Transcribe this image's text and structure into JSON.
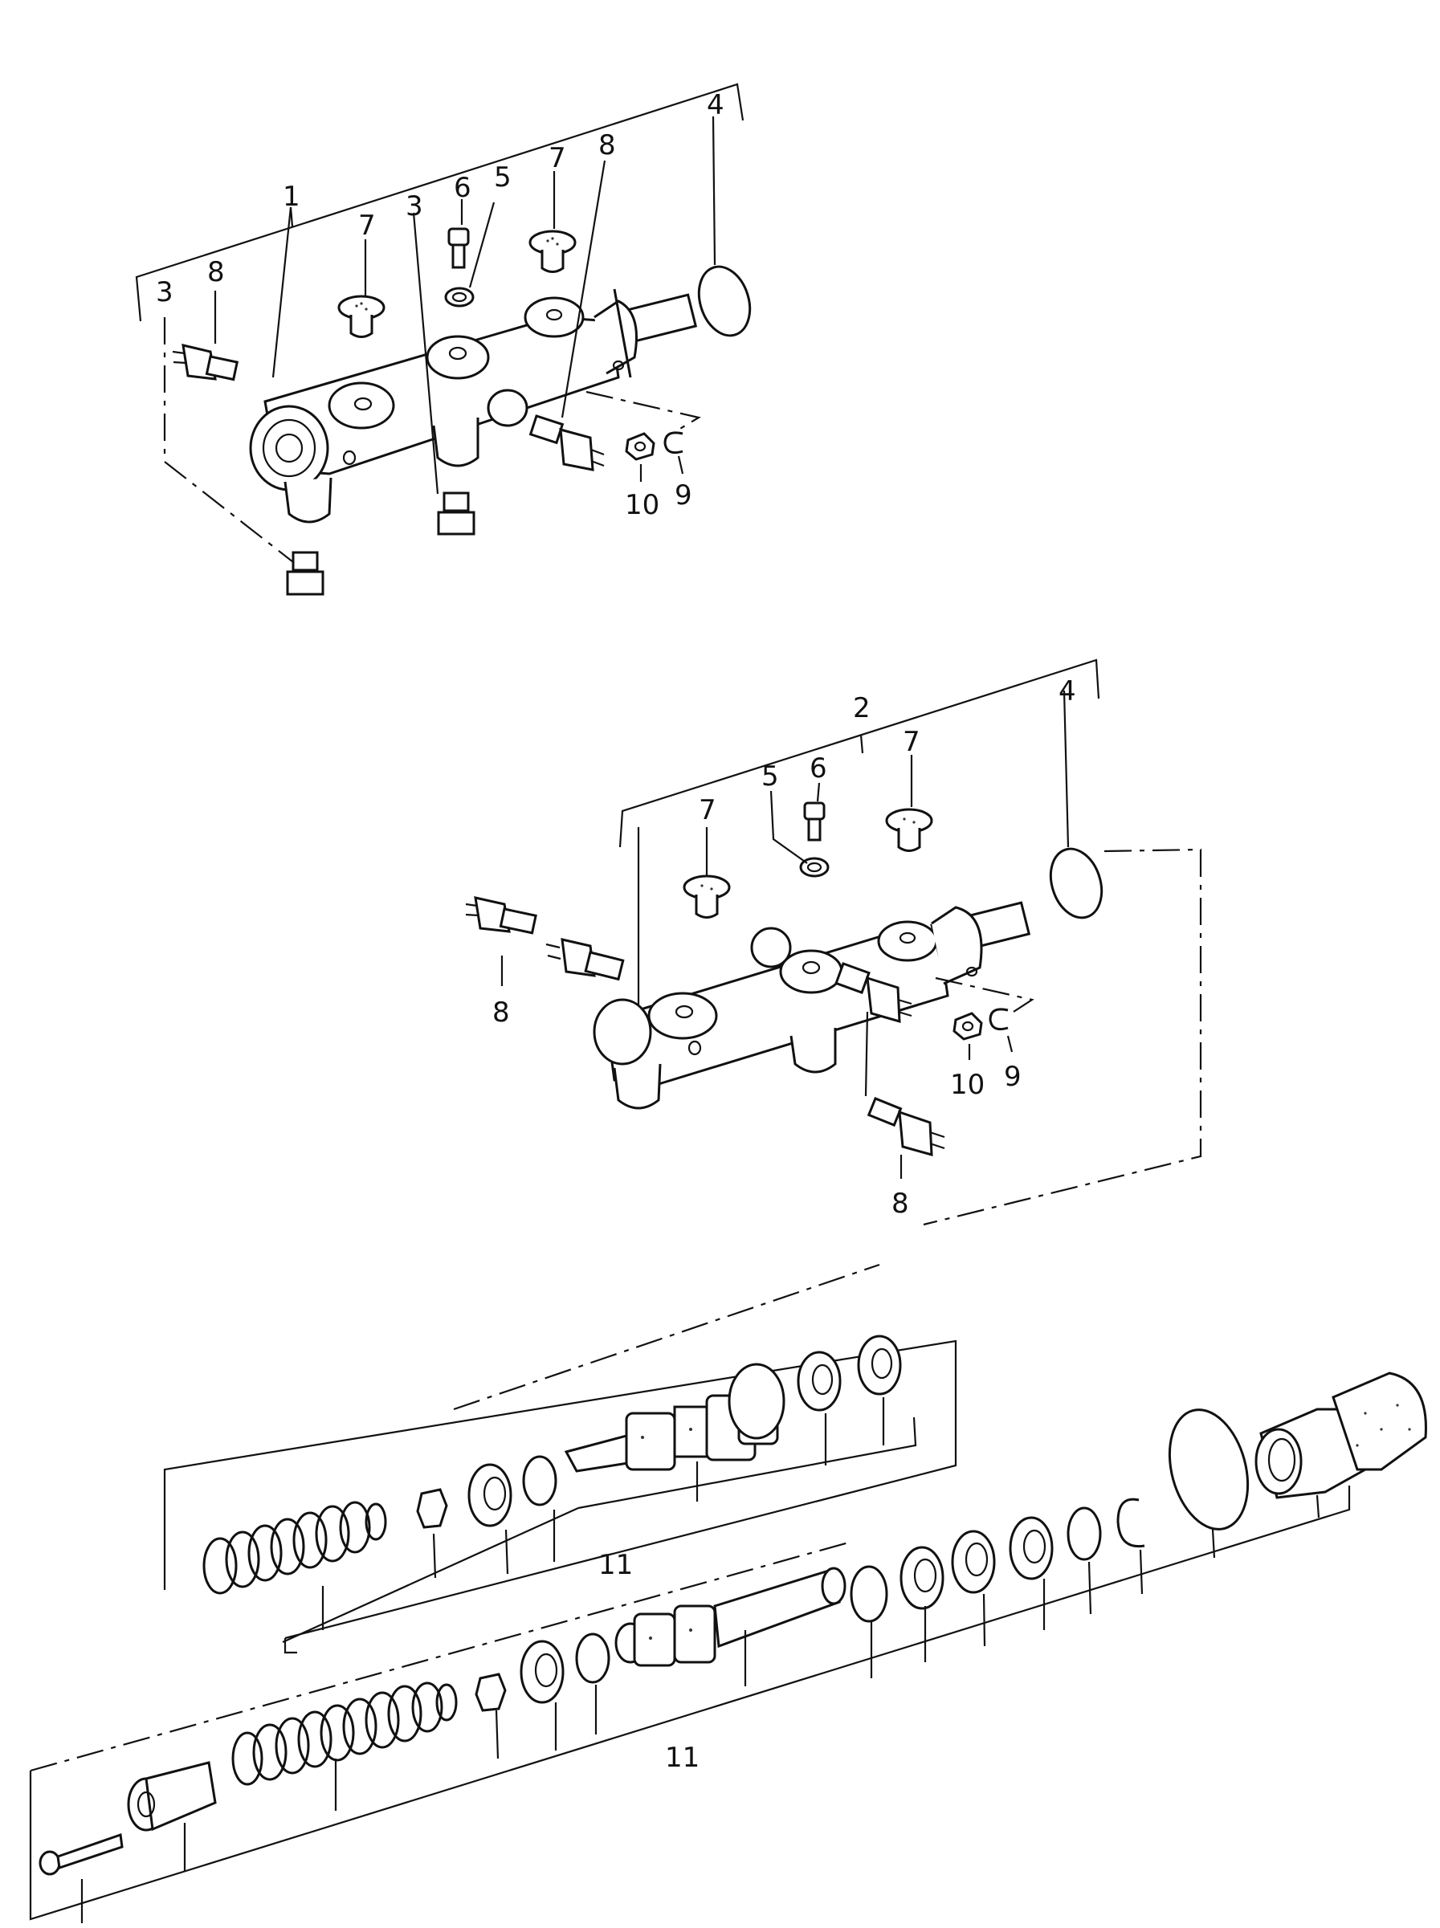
{
  "callouts": {
    "a1": "1",
    "a3l": "3",
    "a8l": "8",
    "a7l": "7",
    "a3m": "3",
    "a6": "6",
    "a5": "5",
    "a7r": "7",
    "a8r": "8",
    "a4": "4",
    "a10": "10",
    "a9": "9",
    "b2": "2",
    "b4": "4",
    "b7l": "7",
    "b5": "5",
    "b6": "6",
    "b7r": "7",
    "b8l": "8",
    "b10": "10",
    "b9": "9",
    "b8b": "8",
    "c11": "11",
    "d11": "11"
  }
}
